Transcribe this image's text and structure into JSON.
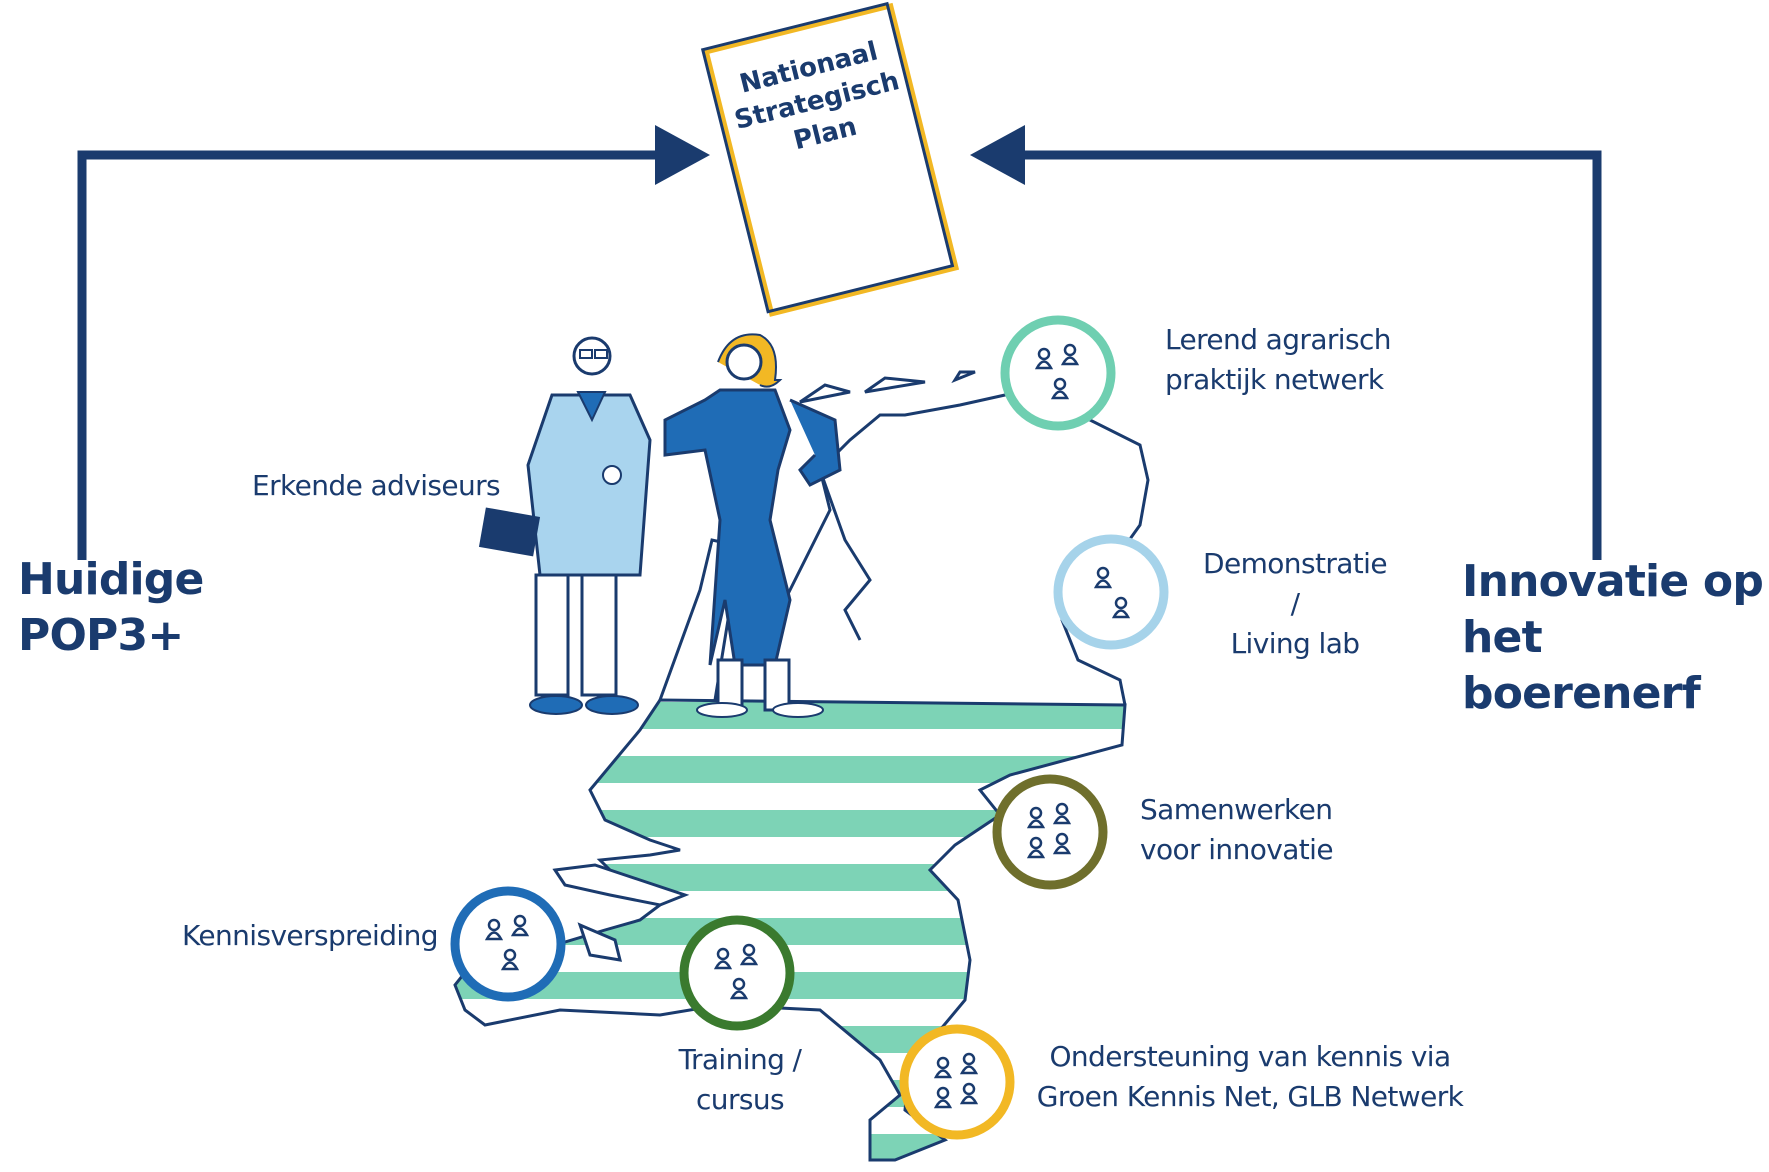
{
  "document": {
    "line1": "Nationaal",
    "line2": "Strategisch",
    "line3": "Plan"
  },
  "left_source": {
    "line1": "Huidige",
    "line2": "POP3+"
  },
  "right_source": {
    "line1": "Innovatie op",
    "line2": "het boerenerf"
  },
  "people_label": "Erkende adviseurs",
  "nodes": [
    {
      "id": "lerend",
      "lines": [
        "Lerend agrarisch",
        "praktijk netwerk"
      ],
      "color": "#6fcfb1",
      "people": 3
    },
    {
      "id": "demonstratie",
      "lines": [
        "Demonstratie /",
        "Living lab"
      ],
      "color": "#a6d3ea",
      "people": 2
    },
    {
      "id": "samenwerken",
      "lines": [
        "Samenwerken",
        "voor innovatie"
      ],
      "color": "#6f6f2c",
      "people": 4
    },
    {
      "id": "kennisverspreiding",
      "lines": [
        "Kennisverspreiding"
      ],
      "color": "#1f6cb6",
      "people": 3
    },
    {
      "id": "training",
      "lines": [
        "Training /",
        "cursus"
      ],
      "color": "#3a7a2e",
      "people": 3
    },
    {
      "id": "ondersteuning",
      "lines": [
        "Ondersteuning van kennis via",
        "Groen Kennis Net, GLB Netwerk"
      ],
      "color": "#f2b824",
      "people": 4
    }
  ],
  "colors": {
    "navy": "#1a3b6e",
    "map_stripe": "#7dd3b6",
    "coat_light": "#a9d4ee",
    "overall_blue": "#1f6cb6",
    "hair": "#f2b824"
  }
}
